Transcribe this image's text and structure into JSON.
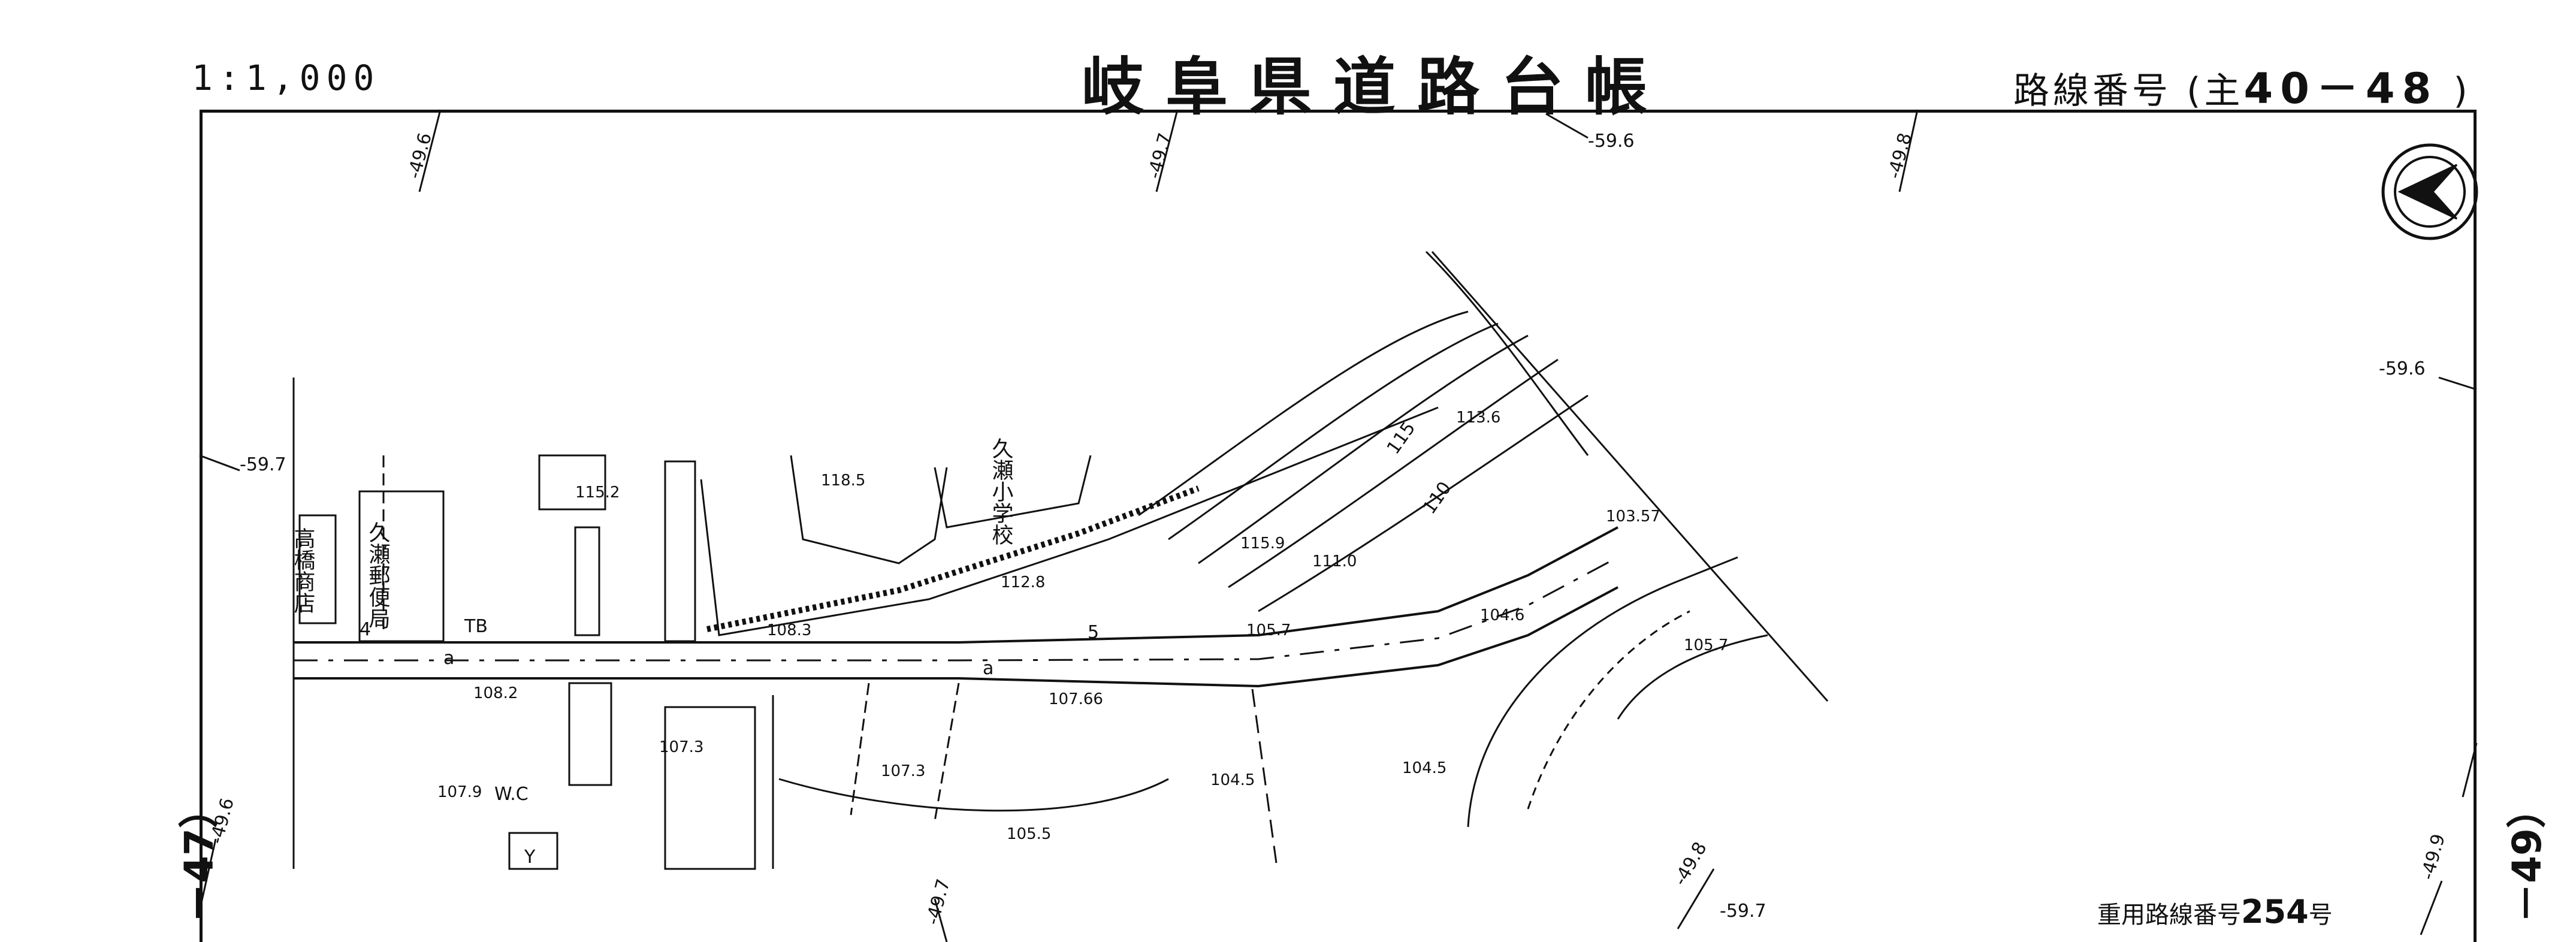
{
  "header": {
    "scale": "1:1,000",
    "title": "岐阜県道路台帳",
    "route_label": "路線番号",
    "route_open": "(主",
    "route_number": "40－48",
    "route_close": ")"
  },
  "adjacent_sheets": {
    "left": "－47）",
    "right": "－49）"
  },
  "shared_route": {
    "label": "重用路線番号",
    "number": "254",
    "suffix": "号"
  },
  "grid_labels": [
    "-49.6",
    "-49.7",
    "-59.6",
    "-49.8",
    "-59.6",
    "-59.7",
    "-49.6",
    "-49.7",
    "-49.8",
    "-59.7",
    "-49.9"
  ],
  "buildings": [
    "高橋商店",
    "久瀬郵便局",
    "久瀬小学校"
  ],
  "elevations": [
    "115.2",
    "118.5",
    "113.6",
    "115.9",
    "111.0",
    "112.8",
    "108.3",
    "105.7",
    "104.6",
    "103.57",
    "105.7",
    "108.2",
    "107.3",
    "107.66",
    "104.5",
    "104.5",
    "107.9",
    "105.5",
    "107.3"
  ],
  "contours": [
    "115",
    "110"
  ],
  "road_marks": [
    "TB",
    "4",
    "5",
    "a",
    "a",
    "W.C",
    "Y"
  ],
  "colors": {
    "ink": "#111111",
    "paper": "#ffffff"
  },
  "icons": [
    "north-arrow-icon"
  ]
}
